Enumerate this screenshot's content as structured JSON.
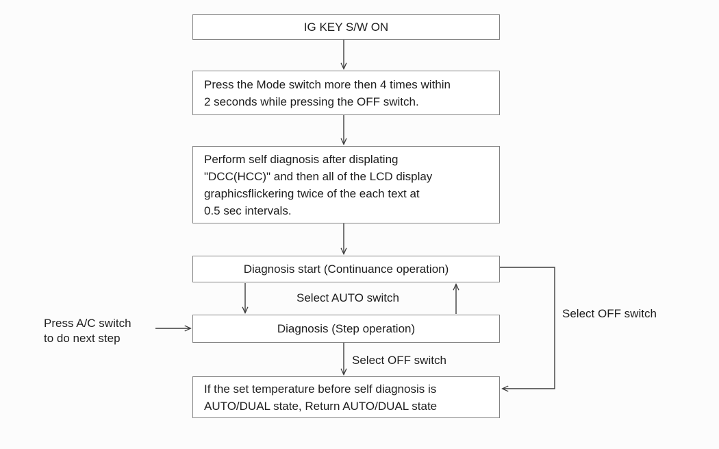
{
  "diagram": {
    "title_hint": "Air conditioner self diagnosis flowchart",
    "nodes": [
      {
        "id": "ig-key-sw-on",
        "text": "IG KEY S/W ON"
      },
      {
        "id": "press-mode-switch",
        "text": [
          "Press the Mode switch more then 4 times within",
          "2 seconds while pressing the OFF switch."
        ]
      },
      {
        "id": "perform-self-diagnosis",
        "text": [
          "Perform self diagnosis after displating",
          "\"DCC(HCC)\" and then all of the LCD display",
          "graphicsflickering twice of the each text at",
          "0.5 sec intervals."
        ]
      },
      {
        "id": "diagnosis-start",
        "text": "Diagnosis start (Continuance operation)"
      },
      {
        "id": "diagnosis-step",
        "text": "Diagnosis (Step operation)"
      },
      {
        "id": "return-auto-dual",
        "text": [
          "If the set temperature before self diagnosis is",
          "AUTO/DUAL state, Return AUTO/DUAL state"
        ]
      }
    ],
    "labels": {
      "select_auto": "Select AUTO switch",
      "select_off_step": "Select OFF switch",
      "select_off_loop": "Select OFF switch",
      "press_ac": [
        "Press A/C switch",
        "to do next step"
      ]
    },
    "colors": {
      "bg": "#fcfcfc",
      "node_bg": "#ffffff",
      "border": "#828282",
      "line": "#3d3d3d",
      "text": "#1e1e1e"
    }
  }
}
